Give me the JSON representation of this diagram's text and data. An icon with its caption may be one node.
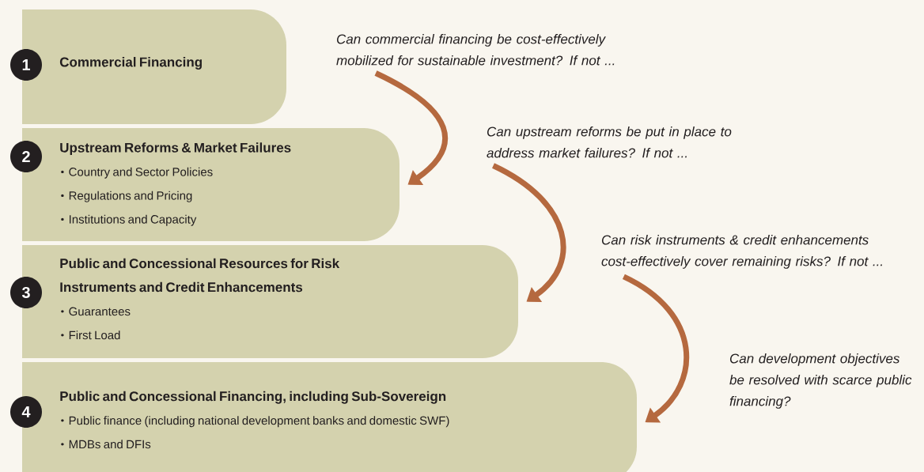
{
  "diagram": {
    "nodes": [
      {
        "text": [
          "1",
          "Commercial Financing"
        ]
      },
      {
        "text": [
          "2",
          "Upstream Reforms & Market Failures",
          "Country and Sector Policies",
          "Regulations and Pricing",
          "Institutions and Capacity"
        ]
      },
      {
        "text": [
          "3",
          "Public and Concessional Resources for Risk Instruments and Credit Enhancements",
          "Guarantees",
          "First Load"
        ]
      },
      {
        "text": [
          "4",
          "Public and Concessional Financing, including Sub-Sovereign",
          "Public finance (including national development banks and domestic SWF)",
          "MDBs and DFIs"
        ]
      },
      {
        "text": [
          "Can commercial financing be cost-effectively mobilized for sustainable investment? If not ..."
        ]
      },
      {
        "text": [
          "Can upstream reforms be put in place to address market failures? If not ..."
        ]
      },
      {
        "text": [
          "Can risk instruments & credit enhancements cost-effectively cover remaining risks? If not ..."
        ]
      },
      {
        "text": [
          "Can development objectives be resolved with scarce public financing?"
        ]
      }
    ],
    "edges": [
      {
        "from": 4,
        "to": 1,
        "arrow": "to"
      },
      {
        "from": 5,
        "to": 2,
        "arrow": "to"
      },
      {
        "from": 6,
        "to": 3,
        "arrow": "to"
      }
    ]
  }
}
